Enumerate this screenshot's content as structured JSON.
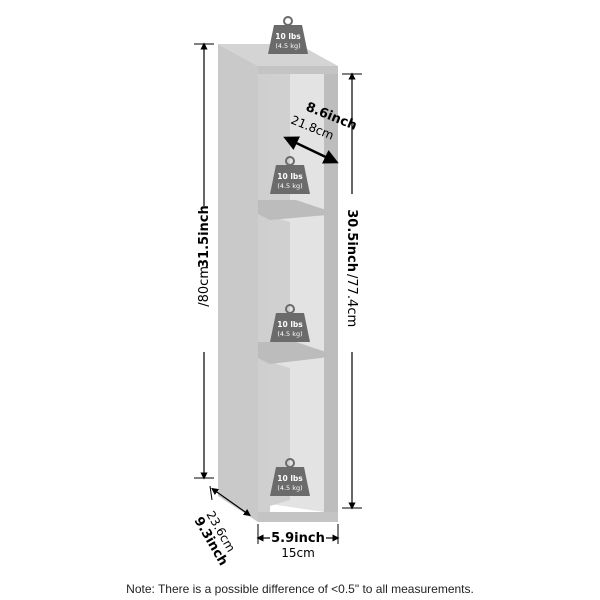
{
  "weight_badges": [
    {
      "lbs": "10 lbs",
      "kg": "(4.5 kg)"
    },
    {
      "lbs": "10 lbs",
      "kg": "(4.5 kg)"
    },
    {
      "lbs": "10 lbs",
      "kg": "(4.5 kg)"
    },
    {
      "lbs": "10 lbs",
      "kg": "(4.5 kg)"
    }
  ],
  "dimensions": {
    "height_total_in": "31.5inch",
    "height_total_cm": "/80cm",
    "height_inner_in": "30.5inch",
    "height_inner_cm": "/77.4cm",
    "depth_inner_in": "8.6inch",
    "depth_inner_cm": "21.8cm",
    "depth_total_cm": "23.6cm",
    "depth_total_in": "9.3inch",
    "width_in": "5.9inch",
    "width_cm": "15cm"
  },
  "note": "Note: There is a possible difference of <0.5\" to all measurements.",
  "colors": {
    "panel": "#c9c9c9",
    "panel_dark": "#b5b5b5",
    "inner": "#dedede",
    "badge": "#6b6b6b"
  }
}
